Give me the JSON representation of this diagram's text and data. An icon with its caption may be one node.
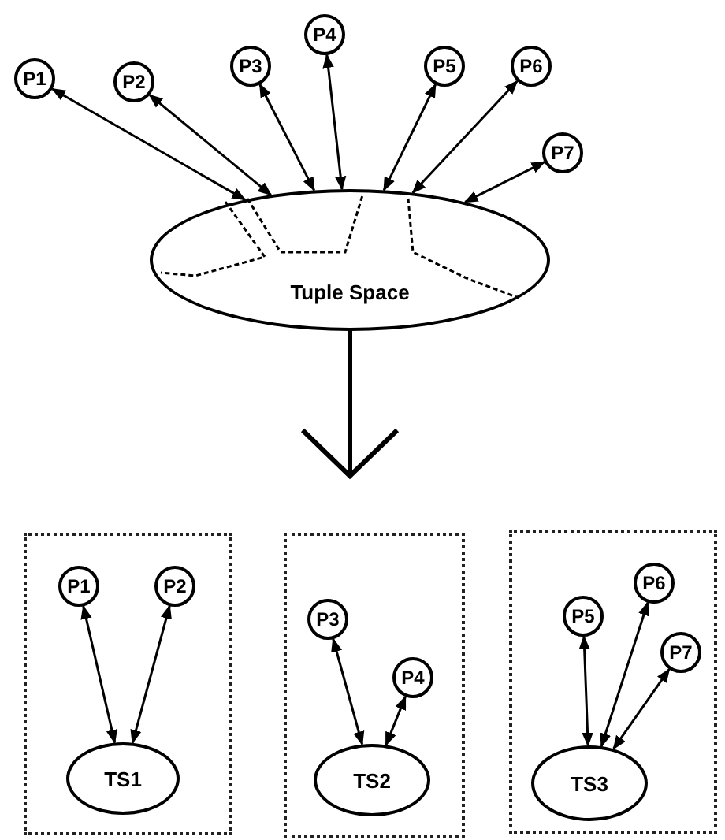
{
  "diagram": {
    "nodes": [
      {
        "text": [
          "P1"
        ]
      },
      {
        "text": [
          "P2"
        ]
      },
      {
        "text": [
          "P3"
        ]
      },
      {
        "text": [
          "P4"
        ]
      },
      {
        "text": [
          "P5"
        ]
      },
      {
        "text": [
          "P6"
        ]
      },
      {
        "text": [
          "P7"
        ]
      },
      {
        "text": [
          "Tuple Space"
        ]
      },
      {
        "text": [],
        "shape": "box"
      },
      {
        "text": [
          "P1"
        ],
        "in": 8
      },
      {
        "text": [
          "P2"
        ],
        "in": 8
      },
      {
        "text": [
          "TS1"
        ],
        "in": 8
      },
      {
        "text": [],
        "shape": "box"
      },
      {
        "text": [
          "P3"
        ],
        "in": 12
      },
      {
        "text": [
          "P4"
        ],
        "in": 12
      },
      {
        "text": [
          "TS2"
        ],
        "in": 12
      },
      {
        "text": [],
        "shape": "box"
      },
      {
        "text": [
          "P5"
        ],
        "in": 16
      },
      {
        "text": [
          "P6"
        ],
        "in": 16
      },
      {
        "text": [
          "P7"
        ],
        "in": 16
      },
      {
        "text": [
          "TS3"
        ],
        "in": 16
      }
    ],
    "edges": [
      {
        "from": 0,
        "to": 7,
        "arrow": "both"
      },
      {
        "from": 1,
        "to": 7,
        "arrow": "both"
      },
      {
        "from": 2,
        "to": 7,
        "arrow": "both"
      },
      {
        "from": 3,
        "to": 7,
        "arrow": "both"
      },
      {
        "from": 4,
        "to": 7,
        "arrow": "both"
      },
      {
        "from": 5,
        "to": 7,
        "arrow": "both"
      },
      {
        "from": 6,
        "to": 7,
        "arrow": "both"
      },
      {
        "from": 9,
        "to": 11,
        "arrow": "both"
      },
      {
        "from": 10,
        "to": 11,
        "arrow": "both"
      },
      {
        "from": 13,
        "to": 15,
        "arrow": "both"
      },
      {
        "from": 14,
        "to": 15,
        "arrow": "both"
      },
      {
        "from": 17,
        "to": 20,
        "arrow": "both"
      },
      {
        "from": 18,
        "to": 20,
        "arrow": "both"
      },
      {
        "from": 19,
        "to": 20,
        "arrow": "both"
      },
      {
        "from": 7,
        "to": null,
        "arrow": "to",
        "style": "thick"
      }
    ]
  }
}
